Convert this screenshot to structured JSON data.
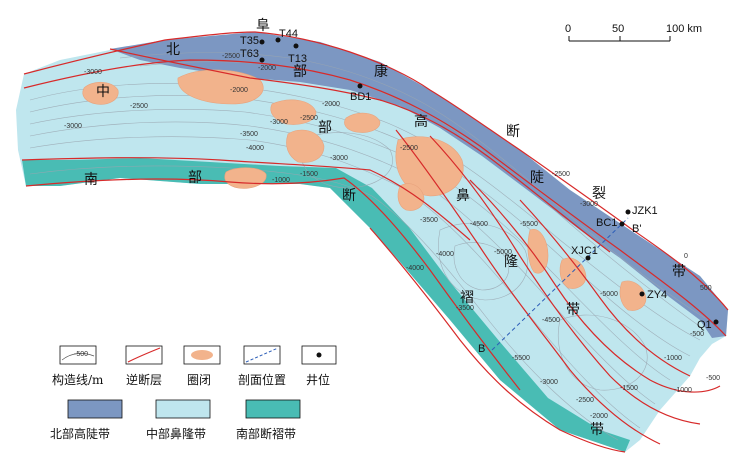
{
  "colors": {
    "north_zone": "#7c97c2",
    "central_zone": "#bfe6ee",
    "south_zone": "#49bcb4",
    "closure": "#f2b38c",
    "fault": "#d72a2a",
    "section": "#2e5fb8",
    "contour": "#9aa6b0"
  },
  "zone_labels": [
    "北",
    "部",
    "高",
    "陡",
    "带",
    "中",
    "部",
    "鼻",
    "隆",
    "带",
    "南",
    "部",
    "断",
    "褶",
    "带",
    "阜",
    "康",
    "断",
    "裂"
  ],
  "wells": [
    "T35",
    "T44",
    "T63",
    "T13",
    "BD1",
    "JZK1",
    "BC1",
    "XJC1",
    "ZY4",
    "Q1"
  ],
  "section": {
    "start": "B",
    "end": "B'"
  },
  "contour_labels": [
    "-3000",
    "-2500",
    "-2000",
    "-2500",
    "-3000",
    "-2000",
    "-2500",
    "-3000",
    "-3500",
    "-4000",
    "-1000",
    "-1500",
    "-2000",
    "-2500",
    "-3000",
    "-3500",
    "-4000",
    "-4500",
    "-5000",
    "-5500",
    "-3500",
    "-4000",
    "-4500",
    "-5000",
    "-5500",
    "-3000",
    "-2500",
    "-2000",
    "-1500",
    "-1000",
    "-500",
    "0",
    "500",
    "-500",
    "-1000",
    "-2500",
    "-3000"
  ],
  "scale_bar": {
    "tick_labels": [
      "0",
      "50",
      "100 km"
    ]
  },
  "legend": {
    "items": [
      {
        "key": "contour",
        "label": "构造线/m",
        "sample": "-500"
      },
      {
        "key": "fault",
        "label": "逆断层"
      },
      {
        "key": "closure",
        "label": "圈闭"
      },
      {
        "key": "section",
        "label": "剖面位置"
      },
      {
        "key": "well",
        "label": "井位"
      },
      {
        "key": "north_zone",
        "label": "北部高陡带"
      },
      {
        "key": "central_zone",
        "label": "中部鼻隆带"
      },
      {
        "key": "south_zone",
        "label": "南部断褶带"
      }
    ]
  }
}
